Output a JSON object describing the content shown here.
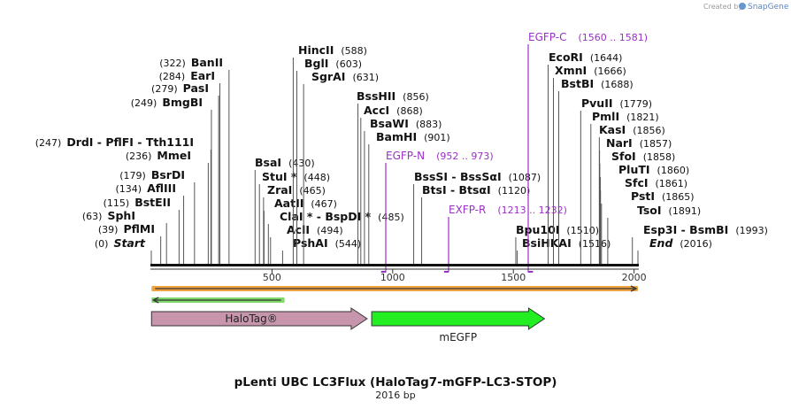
{
  "app": {
    "credit_prefix": "Created by",
    "credit_brand": "SnapGene"
  },
  "map": {
    "title": "pLenti UBC LC3Flux (HaloTag7-mGFP-LC3-STOP)",
    "subtitle": "2016 bp",
    "length": 2016,
    "ruler_ticks": [
      "500",
      "1000",
      "1500",
      "2000"
    ],
    "ruler_tick_values": [
      500,
      1000,
      1500,
      2000
    ]
  },
  "sites": [
    {
      "name": "Start",
      "pos": "(0)",
      "bp": 0,
      "italic": true
    },
    {
      "name": "PflMI",
      "pos": "(39)",
      "bp": 39
    },
    {
      "name": "SphI",
      "pos": "(63)",
      "bp": 63
    },
    {
      "name": "BstEII",
      "pos": "(115)",
      "bp": 115
    },
    {
      "name": "AflIII",
      "pos": "(134)",
      "bp": 134
    },
    {
      "name": "BsrDI",
      "pos": "(179)",
      "bp": 179
    },
    {
      "name": "MmeI",
      "pos": "(236)",
      "bp": 236
    },
    {
      "name": "DrdI  - PflFI  - Tth111I",
      "pos": "(247)",
      "bp": 247
    },
    {
      "name": "BmgBI",
      "pos": "(249)",
      "bp": 249
    },
    {
      "name": "PasI",
      "pos": "(279)",
      "bp": 279
    },
    {
      "name": "EarI",
      "pos": "(284)",
      "bp": 284
    },
    {
      "name": "BanII",
      "pos": "(322)",
      "bp": 322
    },
    {
      "name": "BsaI",
      "pos": "(430)",
      "bp": 430
    },
    {
      "name": "StuI *",
      "pos": "(448)",
      "bp": 448
    },
    {
      "name": "ZraI",
      "pos": "(465)",
      "bp": 465
    },
    {
      "name": "AatII",
      "pos": "(467)",
      "bp": 467
    },
    {
      "name": "ClaI *  - BspDI *",
      "pos": "(485)",
      "bp": 485
    },
    {
      "name": "AclI",
      "pos": "(494)",
      "bp": 494
    },
    {
      "name": "PshAI",
      "pos": "(544)",
      "bp": 544
    },
    {
      "name": "HincII",
      "pos": "(588)",
      "bp": 588
    },
    {
      "name": "BglI",
      "pos": "(603)",
      "bp": 603
    },
    {
      "name": "SgrAI",
      "pos": "(631)",
      "bp": 631
    },
    {
      "name": "BssHII",
      "pos": "(856)",
      "bp": 856
    },
    {
      "name": "AccI",
      "pos": "(868)",
      "bp": 868
    },
    {
      "name": "BsaWI",
      "pos": "(883)",
      "bp": 883
    },
    {
      "name": "BamHI",
      "pos": "(901)",
      "bp": 901
    },
    {
      "name": "BssSI  - BssSαI",
      "pos": "(1087)",
      "bp": 1087
    },
    {
      "name": "BtsI  - BtsαI",
      "pos": "(1120)",
      "bp": 1120
    },
    {
      "name": "Bpu10I",
      "pos": "(1510)",
      "bp": 1510
    },
    {
      "name": "BsiHKAI",
      "pos": "(1516)",
      "bp": 1516
    },
    {
      "name": "EcoRI",
      "pos": "(1644)",
      "bp": 1644
    },
    {
      "name": "XmnI",
      "pos": "(1666)",
      "bp": 1666
    },
    {
      "name": "BstBI",
      "pos": "(1688)",
      "bp": 1688
    },
    {
      "name": "PvuII",
      "pos": "(1779)",
      "bp": 1779
    },
    {
      "name": "PmlI",
      "pos": "(1821)",
      "bp": 1821
    },
    {
      "name": "KasI",
      "pos": "(1856)",
      "bp": 1856
    },
    {
      "name": "NarI",
      "pos": "(1857)",
      "bp": 1857
    },
    {
      "name": "SfoI",
      "pos": "(1858)",
      "bp": 1858
    },
    {
      "name": "PluTI",
      "pos": "(1860)",
      "bp": 1860
    },
    {
      "name": "SfcI",
      "pos": "(1861)",
      "bp": 1861
    },
    {
      "name": "PstI",
      "pos": "(1865)",
      "bp": 1865
    },
    {
      "name": "TsoI",
      "pos": "(1891)",
      "bp": 1891
    },
    {
      "name": "Esp3I  - BsmBI",
      "pos": "(1993)",
      "bp": 1993
    },
    {
      "name": "End",
      "pos": "(2016)",
      "bp": 2016,
      "italic": true
    }
  ],
  "primers": [
    {
      "name": "EGFP-N",
      "range": "(952 .. 973)",
      "start": 952,
      "end": 973
    },
    {
      "name": "EXFP-R",
      "range": "(1213 .. 1232)",
      "start": 1213,
      "end": 1232
    },
    {
      "name": "EGFP-C",
      "range": "(1560 .. 1581)",
      "start": 1560,
      "end": 1581
    }
  ],
  "features": [
    {
      "name": "HaloTag®",
      "start": 1,
      "end": 894,
      "color": "#c796ad"
    },
    {
      "name": "mEGFP",
      "start": 913,
      "end": 1629,
      "color": "#22ee22"
    }
  ],
  "orf_bars": [
    {
      "start": 1,
      "end": 2016,
      "direction": "forward",
      "color": "#f2a341"
    },
    {
      "start": 1,
      "end": 552,
      "direction": "reverse",
      "color": "#7fd96a"
    }
  ],
  "colors": {
    "backbone": "#111111",
    "primer": "#9b30c8",
    "site_text": "#111111"
  }
}
